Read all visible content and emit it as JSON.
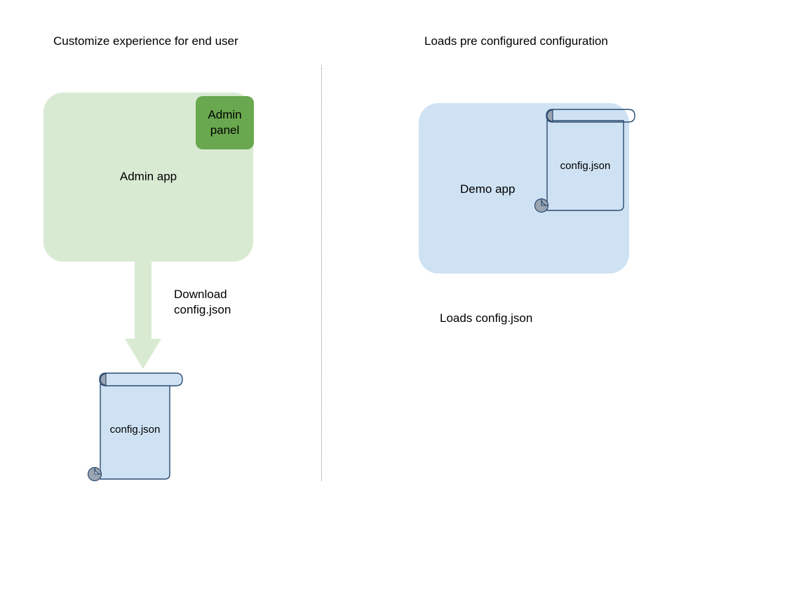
{
  "diagram": {
    "background_color": "#ffffff",
    "divider": {
      "name": "vertical-dotted-divider",
      "color": "#8a8a8a"
    }
  },
  "left": {
    "heading": "Customize experience for end user",
    "app": {
      "label": "Admin app",
      "fill_color": "#d9ead3"
    },
    "admin_panel": {
      "line1": "Admin",
      "line2": "panel",
      "fill_color": "#6aa84f"
    },
    "arrow": {
      "label_line1": "Download",
      "label_line2": "config.json",
      "color": "#d9ead3"
    },
    "file": {
      "label": "config.json",
      "fill_color": "#cfe2f3",
      "stroke_color": "#2b4a6f",
      "curl_color": "#9aa5b1"
    }
  },
  "right": {
    "heading": "Loads pre configured configuration",
    "app": {
      "label": "Demo app",
      "fill_color": "#cfe2f3"
    },
    "file": {
      "label": "config.json",
      "fill_color": "transparent",
      "stroke_color": "#2b4a6f",
      "curl_color": "#9aa5b1"
    },
    "caption": "Loads config.json"
  }
}
